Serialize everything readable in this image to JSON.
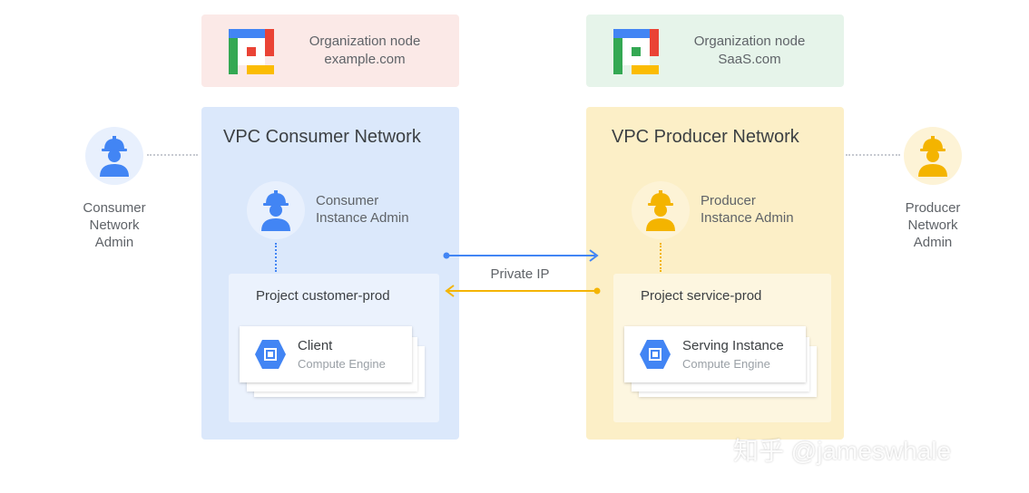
{
  "consumer_org": {
    "line1": "Organization node",
    "line2": "example.com",
    "icon": "google-cloud-org-icon"
  },
  "producer_org": {
    "line1": "Organization node",
    "line2": "SaaS.com",
    "icon": "google-cloud-org-icon"
  },
  "consumer_network": {
    "title": "VPC Consumer Network",
    "admin": {
      "line1": "Consumer",
      "line2": "Instance Admin"
    },
    "project": {
      "title": "Project customer-prod",
      "instance": {
        "name": "Client",
        "service": "Compute Engine"
      }
    }
  },
  "producer_network": {
    "title": "VPC Producer Network",
    "admin": {
      "line1": "Producer",
      "line2": "Instance Admin"
    },
    "project": {
      "title": "Project service-prod",
      "instance": {
        "name": "Serving Instance",
        "service": "Compute Engine"
      }
    }
  },
  "connection": {
    "label": "Private IP"
  },
  "consumer_network_admin": {
    "line1": "Consumer",
    "line2": "Network",
    "line3": "Admin"
  },
  "producer_network_admin": {
    "line1": "Producer",
    "line2": "Network",
    "line3": "Admin"
  },
  "watermark": "知乎 @jameswhale",
  "colors": {
    "consumer_blue": "#4285f4",
    "producer_yellow": "#f4b400",
    "consumer_org_bg": "#fbe9e7",
    "producer_org_bg": "#e6f4ea",
    "consumer_net_bg": "#dbe8fb",
    "producer_net_bg": "#fcefc7"
  }
}
